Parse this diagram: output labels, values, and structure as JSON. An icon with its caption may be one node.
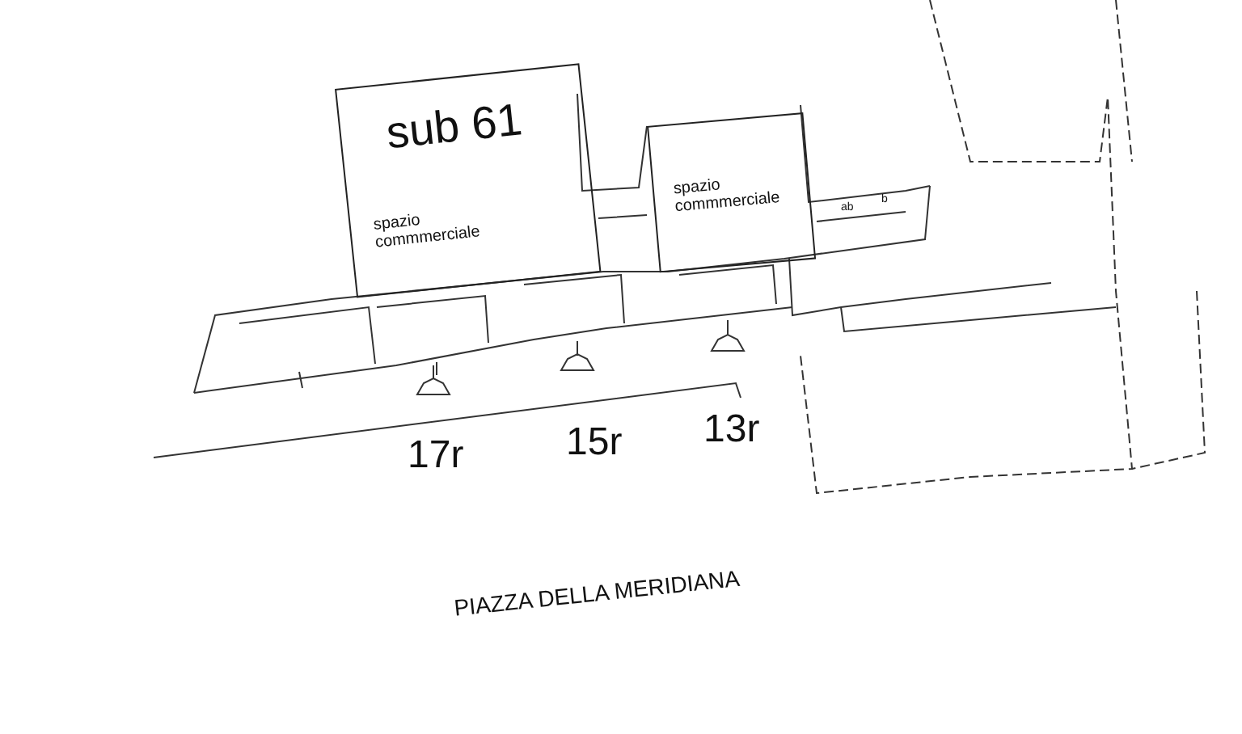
{
  "diagram": {
    "nodes": [
      {
        "text": [
          "sub 61",
          "spazio commmerciale"
        ]
      },
      {
        "text": [
          "spazio commmerciale"
        ]
      }
    ],
    "labels": [
      "ab",
      "b",
      "17r",
      "15r",
      "13r",
      "PIAZZA DELLA MERIDIANA"
    ]
  }
}
